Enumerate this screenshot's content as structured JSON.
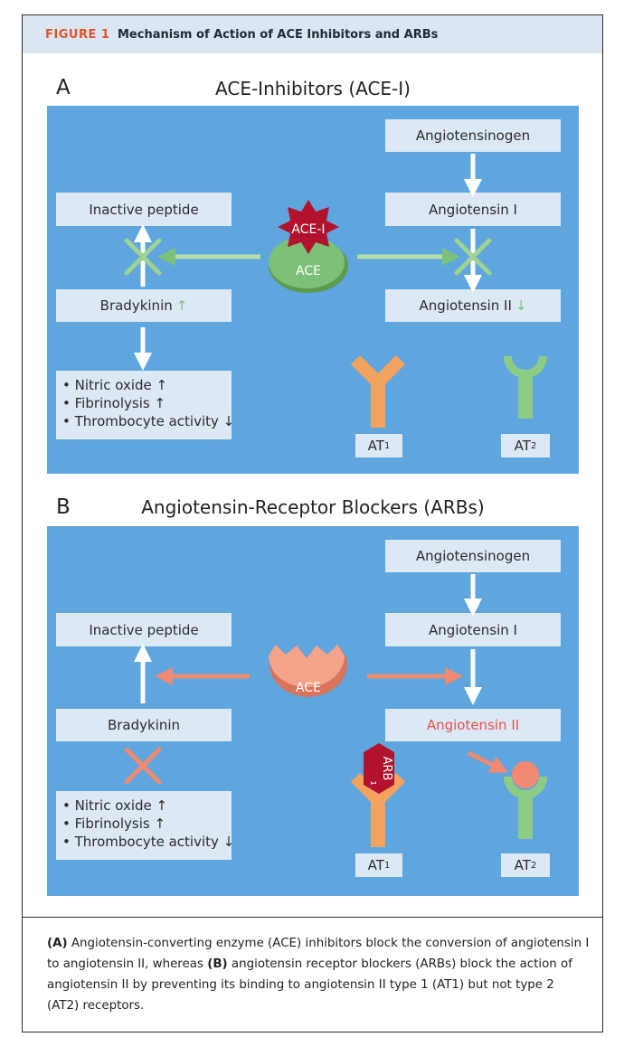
{
  "figure": {
    "label": "FIGURE 1",
    "title": "Mechanism of Action of ACE Inhibitors and ARBs"
  },
  "panel_a": {
    "letter": "A",
    "title": "ACE-Inhibitors (ACE-I)",
    "angiotensinogen": "Angiotensinogen",
    "angiotensin_1": "Angiotensin I",
    "angiotensin_2": "Angiotensin II",
    "angiotensin_2_arrow": "↓",
    "inactive_peptide": "Inactive peptide",
    "bradykinin": "Bradykinin",
    "bradykinin_arrow": "↑",
    "effects": [
      "• Nitric oxide ↑",
      "• Fibrinolysis ↑",
      "• Thrombocyte activity ↓"
    ],
    "inhibitor_label": "ACE-I",
    "enzyme_label": "ACE",
    "at1": "AT",
    "at1_sub": "1",
    "at2": "AT",
    "at2_sub": "2"
  },
  "panel_b": {
    "letter": "B",
    "title": "Angiotensin-Receptor Blockers (ARBs)",
    "angiotensinogen": "Angiotensinogen",
    "angiotensin_1": "Angiotensin I",
    "angiotensin_2": "Angiotensin II",
    "inactive_peptide": "Inactive peptide",
    "bradykinin": "Bradykinin",
    "effects": [
      "• Nitric oxide ↑",
      "• Fibrinolysis ↑",
      "• Thrombocyte activity ↓"
    ],
    "enzyme_label": "ACE",
    "blocker_label": "ARB",
    "blocker_sub": "1",
    "at1": "AT",
    "at1_sub": "1",
    "at2": "AT",
    "at2_sub": "2"
  },
  "caption": {
    "a_label": "(A)",
    "a_text": " Angiotensin-converting enzyme (ACE) inhibitors block the conversion of angiotensin I to angiotensin II, whereas ",
    "b_label": "(B)",
    "b_text": " angiotensin receptor blockers (ARBs) block the action of angiotensin II by preventing its binding to angiotensin II type 1 (AT1) but not type 2 (AT2) receptors."
  },
  "colors": {
    "panel_bg": "#5ea6dd",
    "box_bg": "#dde8f5",
    "green": "#7cc07a",
    "orange": "#f4a35e",
    "salmon": "#f08a72",
    "crimson": "#b3122e",
    "red_text": "#e0534f"
  }
}
